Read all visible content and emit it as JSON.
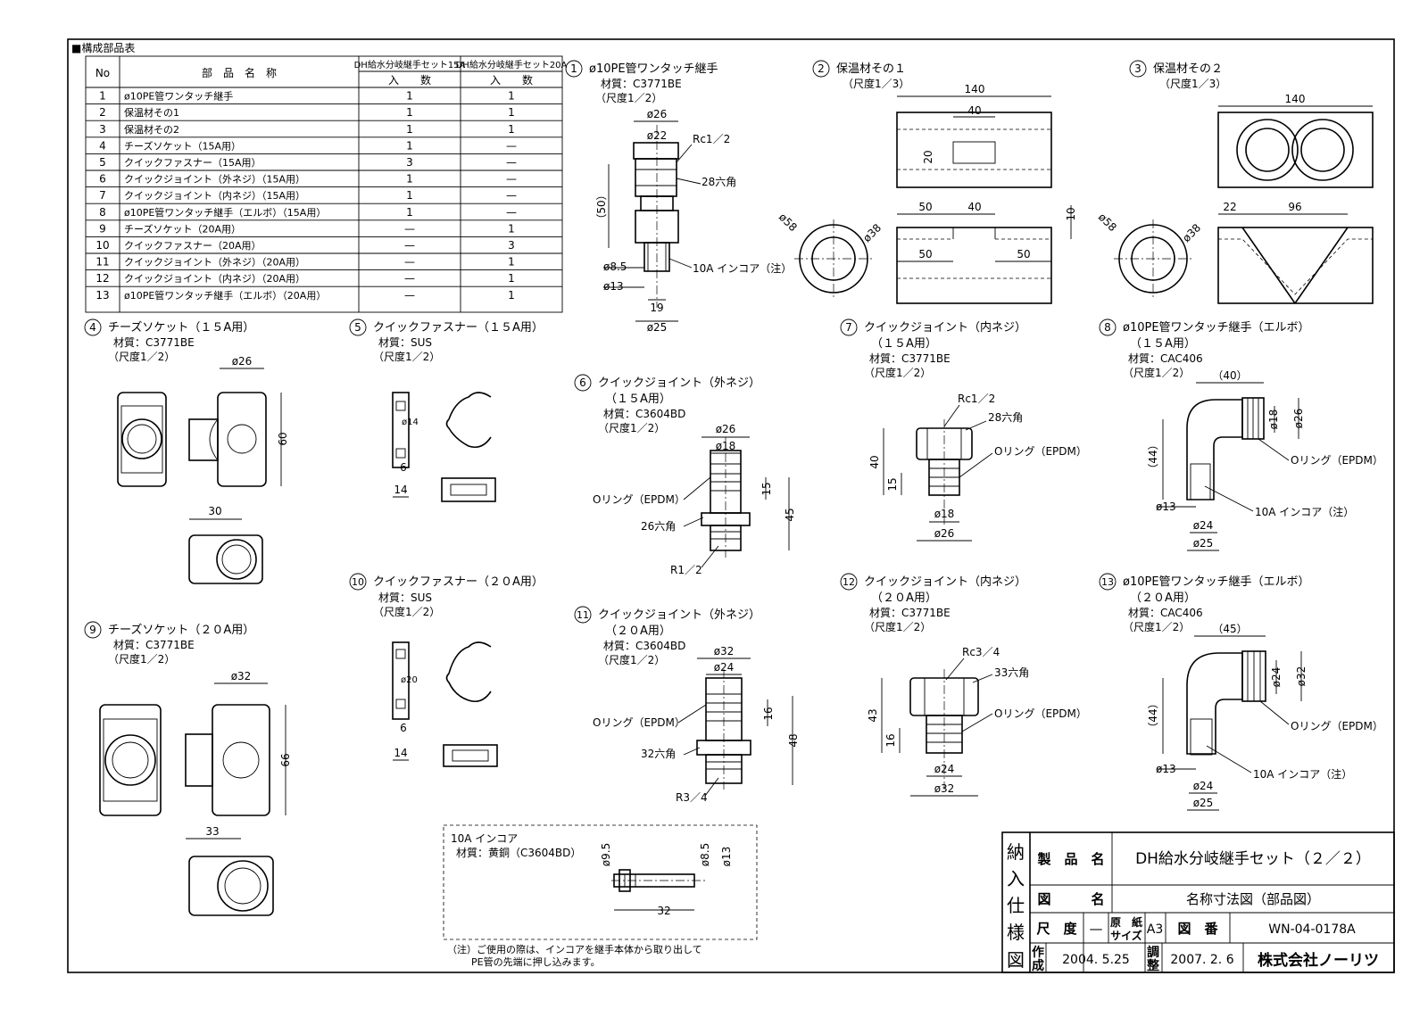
{
  "table": {
    "title": "■構成部品表",
    "headers": {
      "no": "No",
      "name": "部　品　名　称",
      "set15": "DH給水分岐継手セット15A",
      "set20": "DH給水分岐継手セット20A",
      "qty": "入　　数"
    },
    "rows": [
      {
        "no": "1",
        "name": "ø10PE管ワンタッチ継手",
        "q15": "1",
        "q20": "1"
      },
      {
        "no": "2",
        "name": "保温材その1",
        "q15": "1",
        "q20": "1"
      },
      {
        "no": "3",
        "name": "保温材その2",
        "q15": "1",
        "q20": "1"
      },
      {
        "no": "4",
        "name": "チーズソケット（15A用）",
        "q15": "1",
        "q20": "—"
      },
      {
        "no": "5",
        "name": "クイックファスナー（15A用）",
        "q15": "3",
        "q20": "—"
      },
      {
        "no": "6",
        "name": "クイックジョイント（外ネジ）（15A用）",
        "q15": "1",
        "q20": "—"
      },
      {
        "no": "7",
        "name": "クイックジョイント（内ネジ）（15A用）",
        "q15": "1",
        "q20": "—"
      },
      {
        "no": "8",
        "name": "ø10PE管ワンタッチ継手（エルボ）（15A用）",
        "q15": "1",
        "q20": "—"
      },
      {
        "no": "9",
        "name": "チーズソケット（20A用）",
        "q15": "—",
        "q20": "1"
      },
      {
        "no": "10",
        "name": "クイックファスナー（20A用）",
        "q15": "—",
        "q20": "3"
      },
      {
        "no": "11",
        "name": "クイックジョイント（外ネジ）（20A用）",
        "q15": "—",
        "q20": "1"
      },
      {
        "no": "12",
        "name": "クイックジョイント（内ネジ）（20A用）",
        "q15": "—",
        "q20": "1"
      },
      {
        "no": "13",
        "name": "ø10PE管ワンタッチ継手（エルボ）（20A用）",
        "q15": "—",
        "q20": "1"
      }
    ]
  },
  "parts": {
    "p1": {
      "num": "1",
      "title": "ø10PE管ワンタッチ継手",
      "mat": "材質：C3771BE",
      "scale": "（尺度1／2）",
      "dims": {
        "d26": "ø26",
        "d22": "ø22",
        "rc": "Rc1／2",
        "hex": "28六角",
        "h50": "（50）",
        "d85": "ø8.5",
        "d13": "ø13",
        "w19": "19",
        "d25": "ø25",
        "core": "10A インコア（注）"
      }
    },
    "p2": {
      "num": "2",
      "title": "保温材その１",
      "scale": "（尺度1／3）",
      "dims": {
        "l140": "140",
        "l40": "40",
        "h20": "20",
        "d58": "ø58",
        "d38": "ø38",
        "a50": "50",
        "a40": "40",
        "b50": "50",
        "b50r": "50",
        "h10": "10"
      }
    },
    "p3": {
      "num": "3",
      "title": "保温材その２",
      "scale": "（尺度1／3）",
      "dims": {
        "l140": "140",
        "d58": "ø58",
        "d38": "ø38",
        "l22": "22",
        "l96": "96"
      }
    },
    "p4": {
      "num": "4",
      "title": "チーズソケット（１５A用）",
      "mat": "材質：C3771BE",
      "scale": "（尺度1／2）",
      "dims": {
        "d26": "ø26",
        "h60": "60",
        "w30": "30"
      }
    },
    "p5": {
      "num": "5",
      "title": "クイックファスナー（１５A用）",
      "mat": "材質：SUS",
      "scale": "（尺度1／2）",
      "dims": {
        "d14": "ø14",
        "h6": "6",
        "w14": "14"
      }
    },
    "p6": {
      "num": "6",
      "title": "クイックジョイント（外ネジ）",
      "sub": "（１５A用）",
      "mat": "材質：C3604BD",
      "scale": "（尺度1／2）",
      "dims": {
        "d26": "ø26",
        "d18": "ø18",
        "h15": "15",
        "h45": "45",
        "oring": "Oリング（EPDM）",
        "hex": "26六角",
        "thread": "R1／2"
      }
    },
    "p7": {
      "num": "7",
      "title": "クイックジョイント（内ネジ）",
      "sub": "（１５A用）",
      "mat": "材質：C3771BE",
      "scale": "（尺度1／2）",
      "dims": {
        "rc": "Rc1／2",
        "hex": "28六角",
        "h40": "40",
        "h15": "15",
        "oring": "Oリング（EPDM）",
        "d18": "ø18",
        "d26": "ø26"
      }
    },
    "p8": {
      "num": "8",
      "title": "ø10PE管ワンタッチ継手（エルボ）",
      "sub": "（１５A用）",
      "mat": "材質：CAC406",
      "scale": "（尺度1／2）",
      "dims": {
        "w40": "（40）",
        "d18": "ø18",
        "d26": "ø26",
        "h44": "（44）",
        "oring": "Oリング（EPDM）",
        "d13": "ø13",
        "core": "10A インコア（注）",
        "d24": "ø24",
        "d25": "ø25"
      }
    },
    "p9": {
      "num": "9",
      "title": "チーズソケット（２０A用）",
      "mat": "材質：C3771BE",
      "scale": "（尺度1／2）",
      "dims": {
        "d32": "ø32",
        "h66": "66",
        "w33": "33"
      }
    },
    "p10": {
      "num": "10",
      "title": "クイックファスナー（２０A用）",
      "mat": "材質：SUS",
      "scale": "（尺度1／2）",
      "dims": {
        "d20": "ø20",
        "h6": "6",
        "w14": "14"
      }
    },
    "p11": {
      "num": "11",
      "title": "クイックジョイント（外ネジ）",
      "sub": "（２０A用）",
      "mat": "材質：C3604BD",
      "scale": "（尺度1／2）",
      "dims": {
        "d32": "ø32",
        "d24": "ø24",
        "h16": "16",
        "h48": "48",
        "oring": "Oリング（EPDM）",
        "hex": "32六角",
        "thread": "R3／4"
      }
    },
    "p12": {
      "num": "12",
      "title": "クイックジョイント（内ネジ）",
      "sub": "（２０A用）",
      "mat": "材質：C3771BE",
      "scale": "（尺度1／2）",
      "dims": {
        "rc": "Rc3／4",
        "hex": "33六角",
        "h43": "43",
        "h16": "16",
        "oring": "Oリング（EPDM）",
        "d24": "ø24",
        "d32": "ø32"
      }
    },
    "p13": {
      "num": "13",
      "title": "ø10PE管ワンタッチ継手（エルボ）",
      "sub": "（２０A用）",
      "mat": "材質：CAC406",
      "scale": "（尺度1／2）",
      "dims": {
        "w45": "（45）",
        "d24": "ø24",
        "d32": "ø32",
        "h44": "（44）",
        "oring": "Oリング（EPDM）",
        "d13": "ø13",
        "core": "10A インコア（注）",
        "d24b": "ø24",
        "d25": "ø25"
      }
    }
  },
  "incore": {
    "title": "10A インコア",
    "mat": "材質：黄銅（C3604BD）",
    "dims": {
      "d95": "ø9.5",
      "d85": "ø8.5",
      "d13": "ø13",
      "l32": "32"
    }
  },
  "note": {
    "line1": "（注）ご使用の際は、インコアを継手本体から取り出して",
    "line2": "PE管の先端に押し込みます。"
  },
  "title_block": {
    "spec_chars": [
      "納",
      "入",
      "仕",
      "様",
      "図"
    ],
    "product_label": "製　品　名",
    "product_value": "DH給水分岐継手セット（２／２）",
    "drawing_label": "図　　　名",
    "drawing_value": "名称寸法図（部品図）",
    "scale_label": "尺　度",
    "scale_value": "—",
    "paper_label_1": "原　紙",
    "paper_label_2": "サイズ",
    "paper_value": "A3",
    "number_label": "図　番",
    "number_value": "WN-04-0178A",
    "made_label": "作",
    "made_label2": "成",
    "made_date": "2004. 5.25",
    "adj_label": "調",
    "adj_label2": "整",
    "adj_date": "2007. 2. 6",
    "company": "株式会社ノーリツ"
  }
}
